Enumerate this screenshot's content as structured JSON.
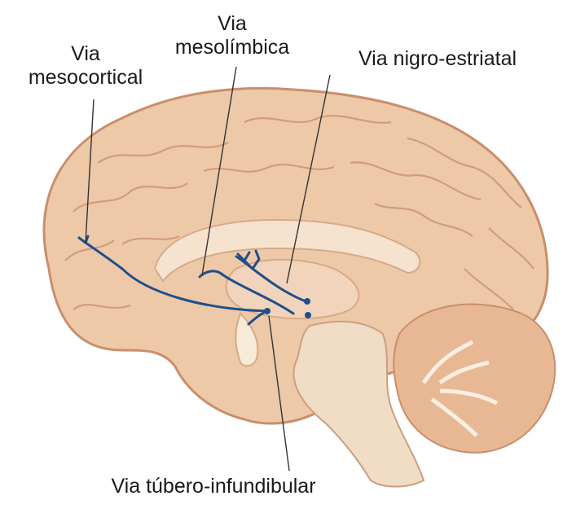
{
  "labels": {
    "mesocortical": [
      "Via",
      "mesocortical"
    ],
    "mesolimbica": [
      "Via",
      "mesolímbica"
    ],
    "nigroestriatal": "Via nigro-estriatal",
    "tuberoinfundibular": "Via túbero-infundibular"
  },
  "colors": {
    "pathway": "#1f4e8c",
    "leader_line": "#333333",
    "cortex": "#edc9a8",
    "cortex_shadow": "#c98e6c",
    "inner_structures": "#f6e3cf",
    "brainstem": "#f1dcc6",
    "cerebellum": "#e8b894"
  }
}
